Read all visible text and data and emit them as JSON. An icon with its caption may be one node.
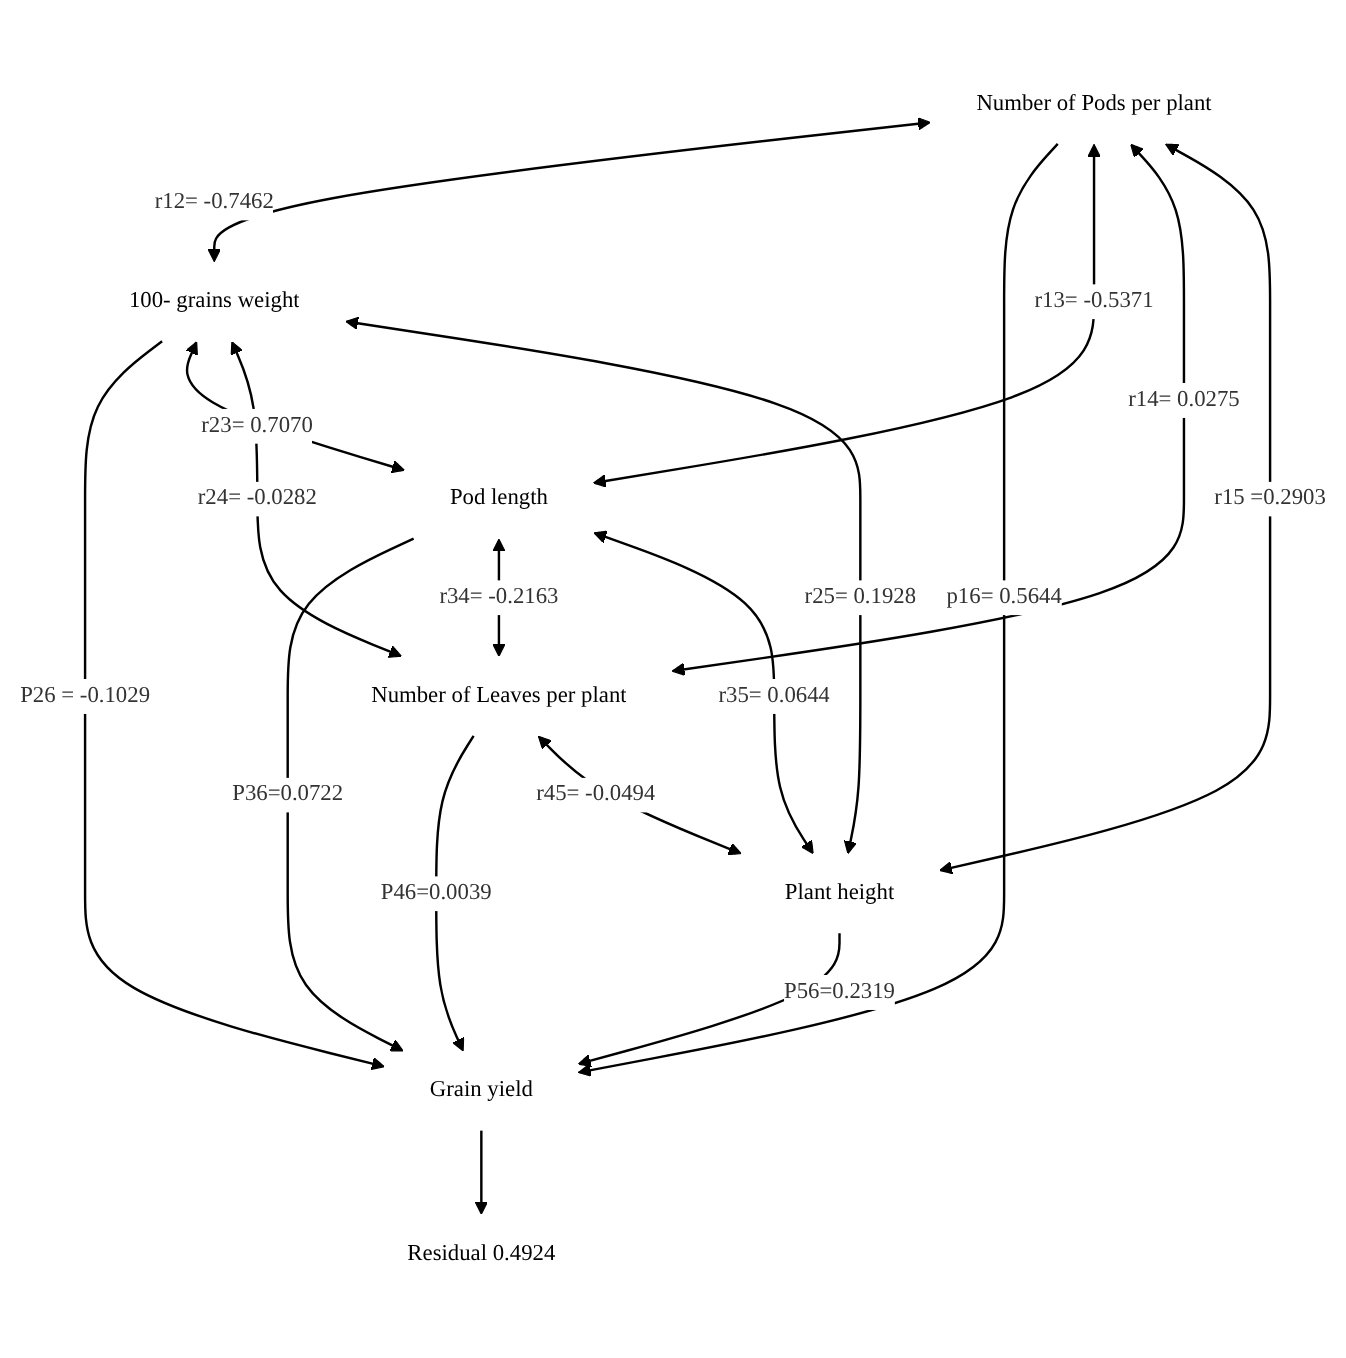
{
  "diagram": {
    "nodes": [
      {
        "text": [
          "Number of Pods per plant"
        ]
      },
      {
        "text": [
          "100- grains weight"
        ]
      },
      {
        "text": [
          "Pod length"
        ]
      },
      {
        "text": [
          "Number of Leaves per plant"
        ]
      },
      {
        "text": [
          "Plant height"
        ]
      },
      {
        "text": [
          "Grain yield"
        ]
      },
      {
        "text": [
          "Residual 0.4924"
        ]
      }
    ],
    "edges": [
      {
        "from": 0,
        "to": 1,
        "arrow": "both",
        "label": "r12= -0.7462"
      },
      {
        "from": 0,
        "to": 5,
        "arrow": "to",
        "label": "p16= 0.5644"
      },
      {
        "from": 0,
        "to": 2,
        "arrow": "both",
        "label": "r13= -0.5371"
      },
      {
        "from": 0,
        "to": 3,
        "arrow": "both",
        "label": "r14= 0.0275"
      },
      {
        "from": 1,
        "to": 5,
        "arrow": "to",
        "label": "P26 = -0.1029"
      },
      {
        "from": 1,
        "to": 2,
        "arrow": "both",
        "label": "r23= 0.7070"
      },
      {
        "from": 1,
        "to": 3,
        "arrow": "both",
        "label": "r24= -0.0282"
      },
      {
        "from": 2,
        "to": 5,
        "arrow": "to",
        "label": "P36=0.0722"
      },
      {
        "from": 2,
        "to": 3,
        "arrow": "both",
        "label": "r34= -0.2163"
      },
      {
        "from": 1,
        "to": 4,
        "arrow": "both",
        "label": "r25= 0.1928"
      },
      {
        "from": 3,
        "to": 5,
        "arrow": "to",
        "label": "P46=0.0039"
      },
      {
        "from": 0,
        "to": 4,
        "arrow": "both",
        "label": "r15 =0.2903"
      },
      {
        "from": 2,
        "to": 4,
        "arrow": "both",
        "label": "r35= 0.0644"
      },
      {
        "from": 3,
        "to": 4,
        "arrow": "both",
        "label": "r45= -0.0494"
      },
      {
        "from": 4,
        "to": 5,
        "arrow": "to",
        "label": "P56=0.2319"
      },
      {
        "from": 5,
        "to": 6,
        "arrow": "to"
      }
    ]
  }
}
